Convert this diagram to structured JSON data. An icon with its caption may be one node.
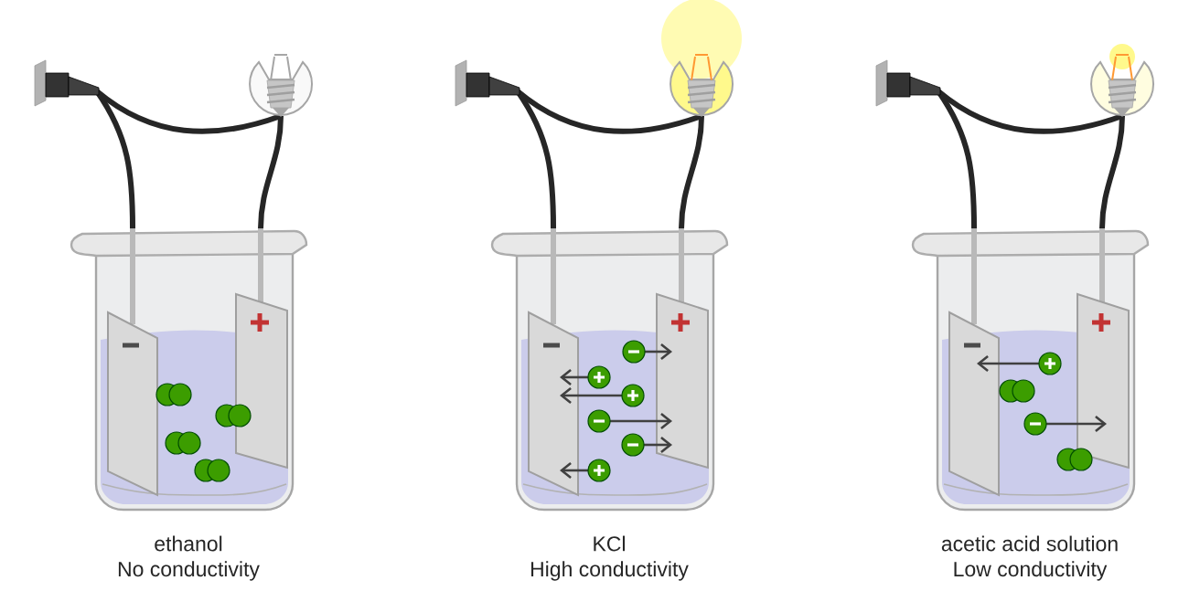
{
  "diagram": {
    "labels": [
      "ethanol",
      "No conductivity",
      "KCl",
      "High conductivity",
      "acetic acid solution",
      "Low conductivity"
    ]
  }
}
